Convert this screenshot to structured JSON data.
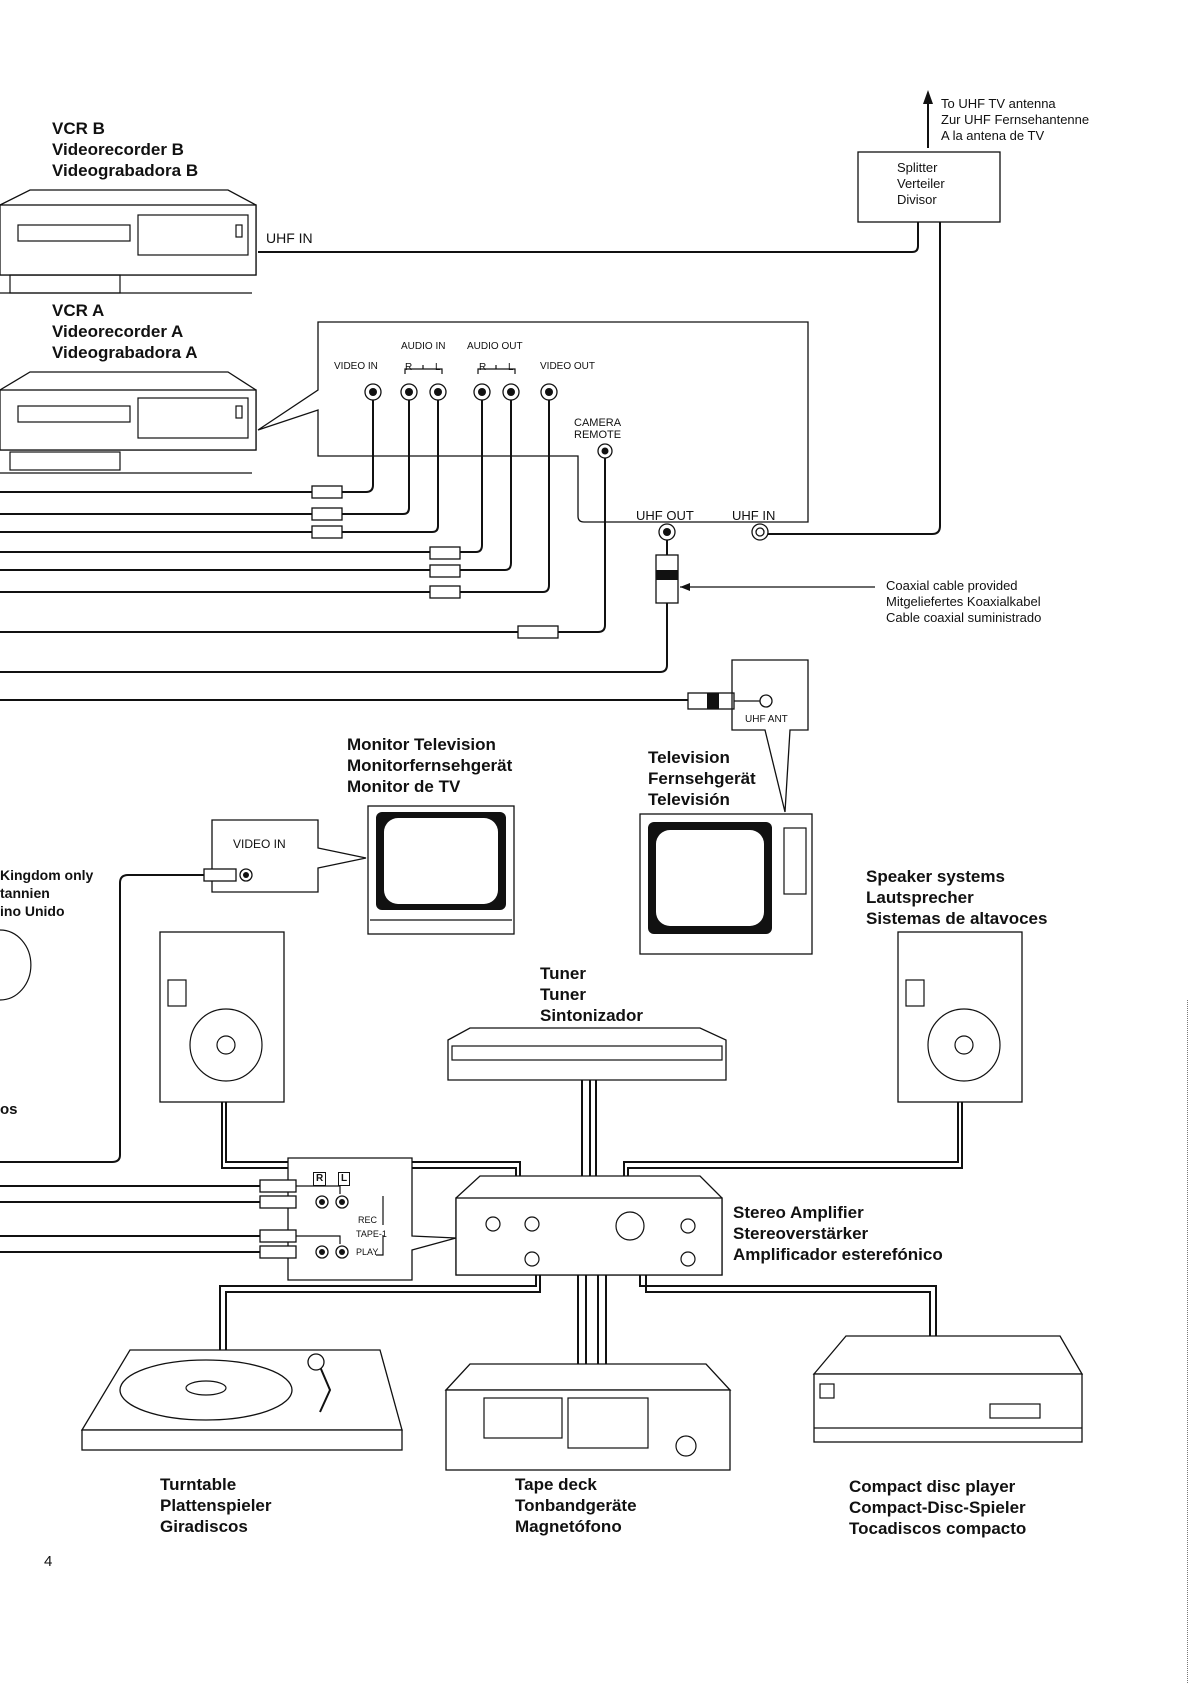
{
  "page_number": "4",
  "antenna": {
    "label": [
      "To UHF TV antenna",
      "Zur UHF Fernsehantenne",
      "A la antena de TV"
    ]
  },
  "splitter": {
    "label": [
      "Splitter",
      "Verteiler",
      "Divisor"
    ]
  },
  "vcr_b": {
    "label": [
      "VCR B",
      "Videorecorder B",
      "Videograbadora B"
    ],
    "port": "UHF IN"
  },
  "vcr_a": {
    "label": [
      "VCR A",
      "Videorecorder A",
      "Videograbadora A"
    ]
  },
  "rear_panel": {
    "video_in": "VIDEO IN",
    "audio_in": "AUDIO IN",
    "audio_out": "AUDIO OUT",
    "video_out": "VIDEO OUT",
    "r": "R",
    "l": "L",
    "camera_remote": [
      "CAMERA",
      "REMOTE"
    ],
    "uhf_out": "UHF OUT",
    "uhf_in": "UHF IN"
  },
  "coaxial_cable": {
    "label": [
      "Coaxial cable provided",
      "Mitgeliefertes Koaxialkabel",
      "Cable coaxial suministrado"
    ]
  },
  "plug_tags": {
    "l": "L",
    "r": "R"
  },
  "tv_antenna_port": "UHF ANT",
  "monitor_tv": {
    "label": [
      "Monitor Television",
      "Monitorfernsehgerät",
      "Monitor de TV"
    ],
    "port": "VIDEO IN"
  },
  "television": {
    "label": [
      "Television",
      "Fernsehgerät",
      "Televisión"
    ]
  },
  "uk_note": {
    "label": [
      "Kingdom only",
      "tannien",
      "ino Unido"
    ],
    "fragment": "os"
  },
  "speakers": {
    "label": [
      "Speaker systems",
      "Lautsprecher",
      "Sistemas de altavoces"
    ]
  },
  "tuner": {
    "label": [
      "Tuner",
      "Tuner",
      "Sintonizador"
    ]
  },
  "tape_panel": {
    "r": "R",
    "l": "L",
    "rec": "REC",
    "tape": "TAPE-1",
    "play": "PLAY"
  },
  "amplifier": {
    "label": [
      "Stereo Amplifier",
      "Stereoverstärker",
      "Amplificador esterefónico"
    ]
  },
  "turntable": {
    "label": [
      "Turntable",
      "Plattenspieler",
      "Giradiscos"
    ]
  },
  "tape_deck": {
    "label": [
      "Tape deck",
      "Tonbandgeräte",
      "Magnetófono"
    ]
  },
  "cd_player": {
    "label": [
      "Compact disc player",
      "Compact-Disc-Spieler",
      "Tocadiscos compacto"
    ]
  }
}
